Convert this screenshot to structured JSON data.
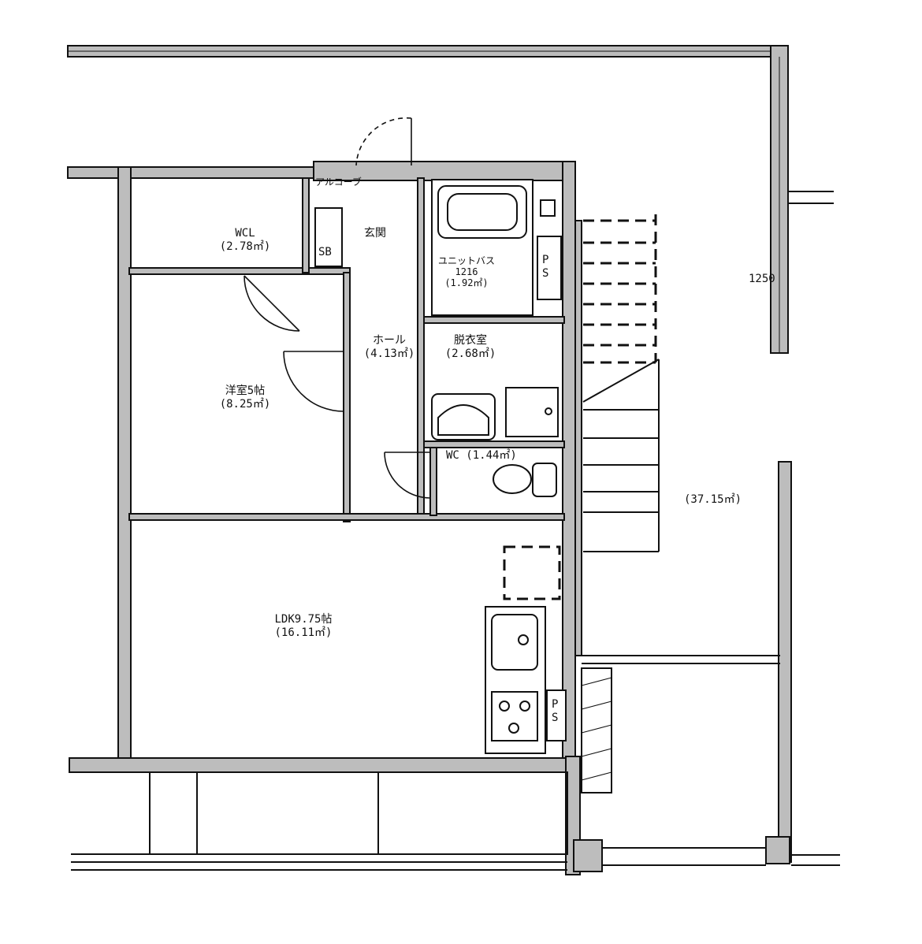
{
  "rooms": {
    "wcl": {
      "name": "WCL",
      "area": "(2.78㎡)"
    },
    "sb": {
      "name": "SB"
    },
    "genkan": {
      "name": "玄関"
    },
    "alcove": {
      "name": "アルコーブ"
    },
    "unit_bath": {
      "name": "ユニットバス",
      "size": "1216",
      "area": "(1.92㎡)"
    },
    "ps_upper": {
      "name_p": "P",
      "name_s": "S"
    },
    "hall": {
      "name": "ホール",
      "area": "(4.13㎡)"
    },
    "dressing": {
      "name": "脱衣室",
      "area": "(2.68㎡)"
    },
    "western_room": {
      "name": "洋室5帖",
      "area": "(8.25㎡)"
    },
    "wc": {
      "label": "WC (1.44㎡)"
    },
    "ldk": {
      "name": "LDK9.75帖",
      "area": "(16.11㎡)"
    },
    "ps_lower": {
      "name_p": "P",
      "name_s": "S"
    },
    "terrace": {
      "area": "(37.15㎡)"
    }
  },
  "dimension": {
    "value": "1250"
  }
}
